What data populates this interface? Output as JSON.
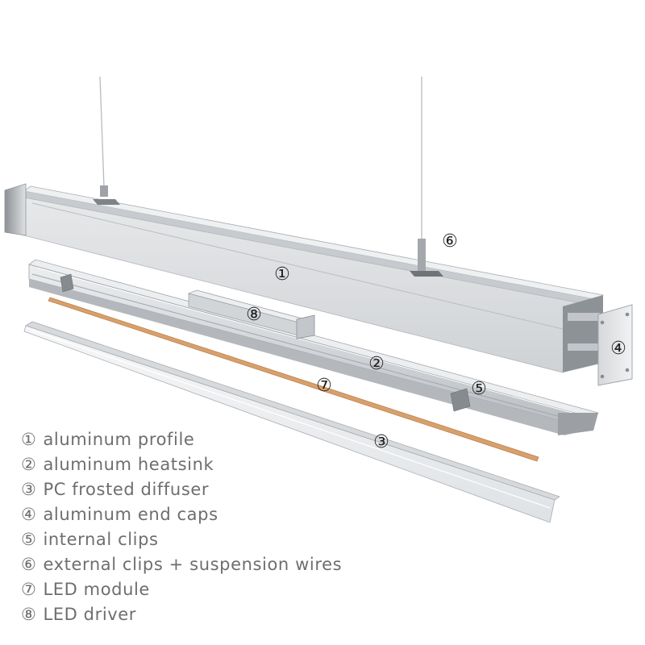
{
  "callouts": {
    "c1": "①",
    "c2": "②",
    "c3": "③",
    "c4": "④",
    "c5": "⑤",
    "c6": "⑥",
    "c7": "⑦",
    "c8": "⑧"
  },
  "legend": [
    {
      "num": "①",
      "text": "aluminum profile"
    },
    {
      "num": "②",
      "text": "aluminum heatsink"
    },
    {
      "num": "③",
      "text": "PC frosted diffuser"
    },
    {
      "num": "④",
      "text": "aluminum end caps"
    },
    {
      "num": "⑤",
      "text": "internal clips"
    },
    {
      "num": "⑥",
      "text": "external clips + suspension wires"
    },
    {
      "num": "⑦",
      "text": "LED module"
    },
    {
      "num": "⑧",
      "text": "LED driver"
    }
  ],
  "colors": {
    "aluminum": "#d9dbde",
    "aluminum_dark": "#a9adb2",
    "led_strip": "#d9a06c",
    "diffuser": "#f2f3f5",
    "text": "#6e6e6e"
  }
}
